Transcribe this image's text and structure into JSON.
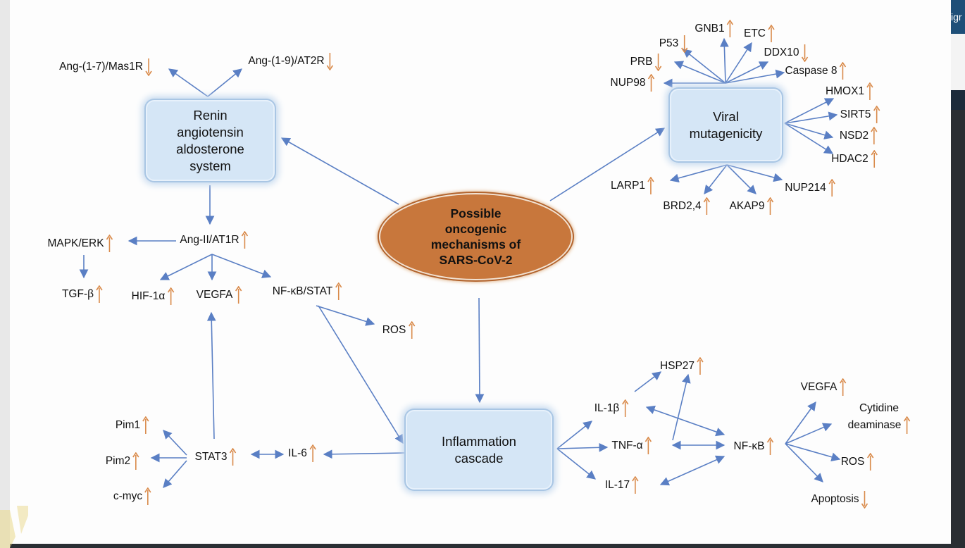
{
  "colors": {
    "arrow": "#5a7fc4",
    "up": "#d98a4a",
    "down": "#d98a4a",
    "oval": "#c8773c",
    "box": "#d5e6f6"
  },
  "corner_text": "igr",
  "center": {
    "text": "Possible\noncogenic\nmechanisms of\nSARS-CoV-2"
  },
  "boxes": {
    "raas": "Renin\nangiotensin\naldosterone\nsystem",
    "viral": "Viral\nmutagenicity",
    "inflammation": "Inflammation\ncascade"
  },
  "nodes": [
    {
      "id": "ang17",
      "text": "Ang-(1-7)/Mas1R",
      "arrow": "down"
    },
    {
      "id": "ang19",
      "text": "Ang-(1-9)/AT2R",
      "arrow": "down"
    },
    {
      "id": "ang2",
      "text": "Ang-II/AT1R",
      "arrow": "up"
    },
    {
      "id": "mapk",
      "text": "MAPK/ERK",
      "arrow": "up"
    },
    {
      "id": "tgfb",
      "text": "TGF-β",
      "arrow": "up"
    },
    {
      "id": "hif",
      "text": "HIF-1α",
      "arrow": "up"
    },
    {
      "id": "vegfa1",
      "text": "VEGFA",
      "arrow": "up"
    },
    {
      "id": "nfkbstat",
      "text": "NF-κB/STAT",
      "arrow": "up"
    },
    {
      "id": "ros1",
      "text": "ROS",
      "arrow": "up"
    },
    {
      "id": "pim1",
      "text": "Pim1",
      "arrow": "up"
    },
    {
      "id": "pim2",
      "text": "Pim2",
      "arrow": "up"
    },
    {
      "id": "cmyc",
      "text": "c-myc",
      "arrow": "up"
    },
    {
      "id": "stat3",
      "text": "STAT3",
      "arrow": "up"
    },
    {
      "id": "il6",
      "text": "IL-6",
      "arrow": "up"
    },
    {
      "id": "gnb1",
      "text": "GNB1",
      "arrow": "up"
    },
    {
      "id": "p53",
      "text": "P53",
      "arrow": "down"
    },
    {
      "id": "etc",
      "text": "ETC",
      "arrow": "up"
    },
    {
      "id": "prb",
      "text": "PRB",
      "arrow": "down"
    },
    {
      "id": "ddx10",
      "text": "DDX10",
      "arrow": "down"
    },
    {
      "id": "casp8",
      "text": "Caspase 8",
      "arrow": "up"
    },
    {
      "id": "nup98",
      "text": "NUP98",
      "arrow": "up"
    },
    {
      "id": "hmox1",
      "text": "HMOX1",
      "arrow": "up"
    },
    {
      "id": "sirt5",
      "text": "SIRT5",
      "arrow": "up"
    },
    {
      "id": "nsd2",
      "text": "NSD2",
      "arrow": "up"
    },
    {
      "id": "hdac2",
      "text": "HDAC2",
      "arrow": "up"
    },
    {
      "id": "larp1",
      "text": "LARP1",
      "arrow": "up"
    },
    {
      "id": "brd",
      "text": "BRD2,4",
      "arrow": "up"
    },
    {
      "id": "akap9",
      "text": "AKAP9",
      "arrow": "up"
    },
    {
      "id": "nup214",
      "text": "NUP214",
      "arrow": "up"
    },
    {
      "id": "hsp27",
      "text": "HSP27",
      "arrow": "up"
    },
    {
      "id": "il1b",
      "text": "IL-1β",
      "arrow": "up"
    },
    {
      "id": "tnfa",
      "text": "TNF-α",
      "arrow": "up"
    },
    {
      "id": "il17",
      "text": "IL-17",
      "arrow": "up"
    },
    {
      "id": "nfkb",
      "text": "NF-κB",
      "arrow": "up"
    },
    {
      "id": "vegfa2",
      "text": "VEGFA",
      "arrow": "up"
    },
    {
      "id": "cytidine",
      "text": "Cytidine\ndeaminase",
      "arrow": "up"
    },
    {
      "id": "ros2",
      "text": "ROS",
      "arrow": "up"
    },
    {
      "id": "apoptosis",
      "text": "Apoptosis",
      "arrow": "down"
    }
  ]
}
